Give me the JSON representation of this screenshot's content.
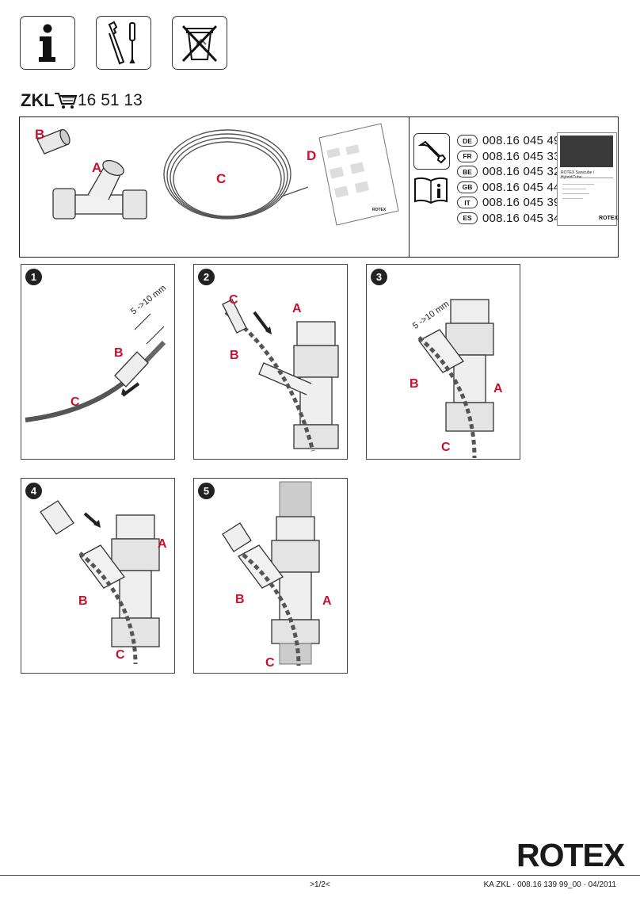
{
  "header": {
    "icons": [
      {
        "name": "info-icon",
        "symbol": "i"
      },
      {
        "name": "tools-icon"
      },
      {
        "name": "no-disposal-icon"
      }
    ],
    "title": "ZKL",
    "cart_icon": "shopping-cart-icon",
    "article_number": "16 51 13"
  },
  "parts": {
    "labels": {
      "A": "A",
      "B": "B",
      "C": "C",
      "D": "D"
    },
    "instructions": [
      {
        "lang": "DE",
        "code": "008.16 045 49"
      },
      {
        "lang": "FR",
        "code": "008.16 045 33"
      },
      {
        "lang": "BE",
        "code": "008.16 045 32"
      },
      {
        "lang": "GB",
        "code": "008.16 045 44"
      },
      {
        "lang": "IT",
        "code": "008.16 045 39"
      },
      {
        "lang": "ES",
        "code": "008.16 045 34"
      }
    ],
    "thumbnail": {
      "caption": "ROTEX Sanicube / HybridCube",
      "brand": "ROTEX"
    },
    "leaflet_brand": "ROTEX"
  },
  "steps": [
    {
      "number": "1",
      "labels": [
        "B",
        "C"
      ],
      "measure": "5 ->10 mm"
    },
    {
      "number": "2",
      "labels": [
        "C",
        "A",
        "B"
      ]
    },
    {
      "number": "3",
      "labels": [
        "B",
        "A",
        "C"
      ],
      "measure": "5 ->10 mm"
    },
    {
      "number": "4",
      "labels": [
        "A",
        "B",
        "C"
      ]
    },
    {
      "number": "5",
      "labels": [
        "B",
        "A",
        "C"
      ]
    }
  ],
  "footer": {
    "logo": "ROTEX",
    "page": ">1/2<",
    "docref": "KA ZKL · 008.16 139 99_00 · 04/2011"
  },
  "colors": {
    "accent": "#c8102e",
    "ink": "#1a1a1a"
  }
}
